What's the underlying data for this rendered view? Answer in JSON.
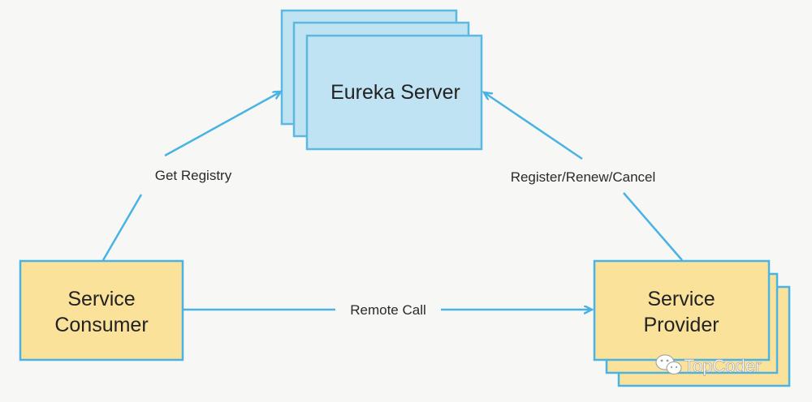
{
  "nodes": {
    "eureka_server": {
      "label": "Eureka Server"
    },
    "service_consumer": {
      "line1": "Service",
      "line2": "Consumer"
    },
    "service_provider": {
      "line1": "Service",
      "line2": "Provider"
    }
  },
  "edges": {
    "get_registry": {
      "label": "Get Registry"
    },
    "register_renew_cancel": {
      "label": "Register/Renew/Cancel"
    },
    "remote_call": {
      "label": "Remote Call"
    }
  },
  "watermark": {
    "text": "TopCoder",
    "icon": "wechat-icon"
  },
  "colors": {
    "server_fill": "#bfe3f3",
    "server_stroke": "#5bb8e0",
    "service_fill": "#fbe29a",
    "service_stroke": "#49b3e3",
    "arrow": "#49b3e3"
  }
}
